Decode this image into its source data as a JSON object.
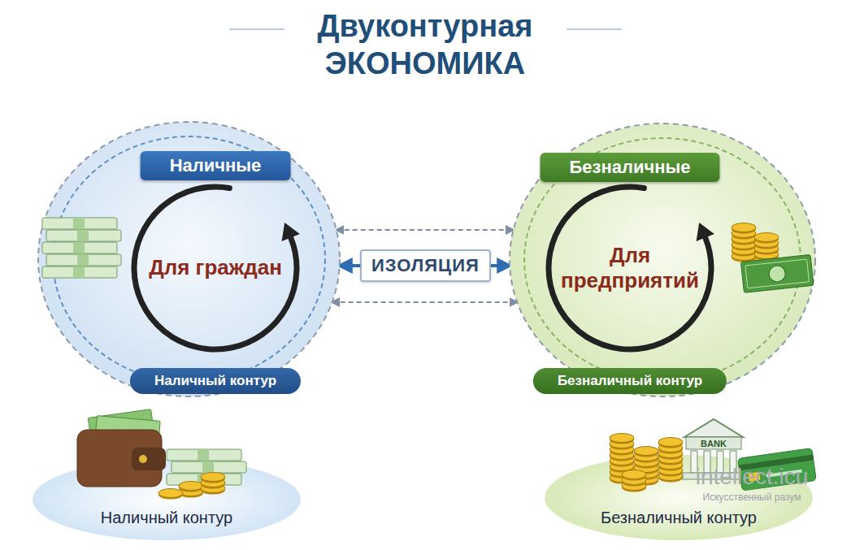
{
  "diagram": {
    "title": "Двуконтурная ЭКОНОМИКА",
    "nodes": [
      {
        "text": [
          "Наличные",
          "Для граждан",
          "Наличный контур"
        ]
      },
      {
        "text": [
          "Безналичные",
          "Для предприятий",
          "Безналичный контур"
        ]
      },
      {
        "text": [
          "ИЗОЛЯЦИЯ"
        ]
      },
      {
        "text": [
          "Наличный контур"
        ]
      },
      {
        "text": [
          "Безналичный контур"
        ]
      }
    ],
    "edges": [
      {
        "from": 2,
        "to": 0,
        "arrow": "to"
      },
      {
        "from": 2,
        "to": 1,
        "arrow": "to"
      },
      {
        "from": 0,
        "to": 1,
        "arrow": "both"
      },
      {
        "from": 0,
        "to": 1,
        "arrow": "both"
      }
    ],
    "labels": [
      "BANK",
      "intellect.icu",
      "Искусственный разум"
    ]
  }
}
